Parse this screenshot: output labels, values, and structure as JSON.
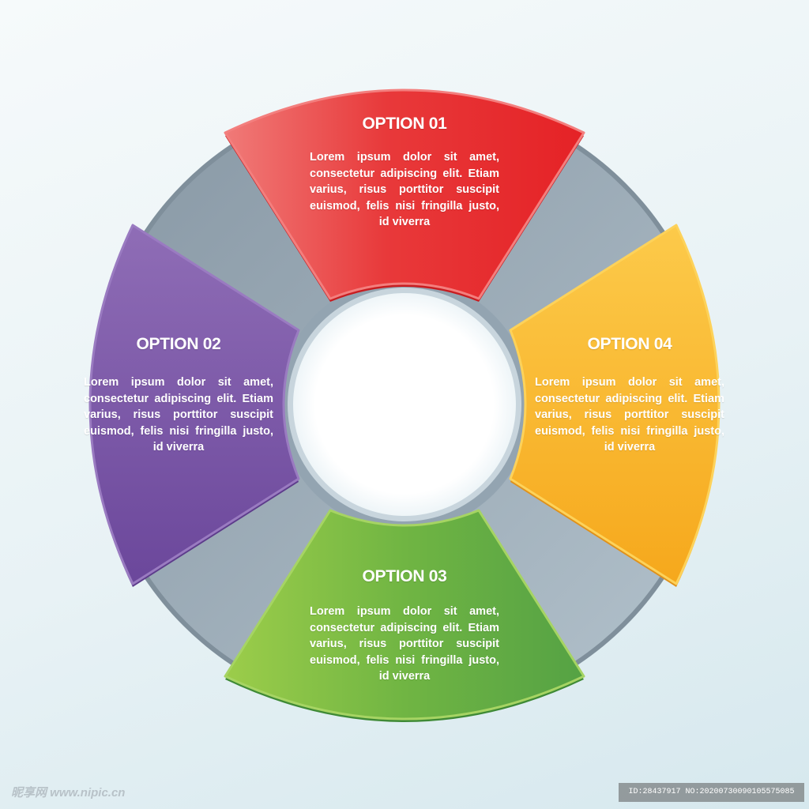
{
  "colors": {
    "ring": "#9fb0bd",
    "ring_edge": "#7f8f9b",
    "option_01": "#e8262a",
    "option_02": "#7a55a3",
    "option_03": "#64ad44",
    "option_04": "#f7b31e"
  },
  "options": [
    {
      "title": "OPTION 01",
      "text": "Lorem ipsum dolor sit amet, consectetur adipiscing elit. Etiam varius, risus porttitor suscipit euismod, felis nisi fringilla justo, id viverra"
    },
    {
      "title": "OPTION 02",
      "text": "Lorem ipsum dolor sit amet, consectetur adipiscing elit. Etiam varius, risus porttitor suscipit euismod, felis nisi fringilla justo, id viverra"
    },
    {
      "title": "OPTION 03",
      "text": "Lorem ipsum dolor sit amet, consectetur adipiscing elit. Etiam varius, risus porttitor suscipit euismod, felis nisi fringilla justo, id viverra"
    },
    {
      "title": "OPTION 04",
      "text": "Lorem ipsum dolor sit amet, consectetur adipiscing elit. Etiam varius, risus porttitor suscipit euismod, felis nisi fringilla justo, id viverra"
    }
  ],
  "watermark": {
    "left": "昵享网 www.nipic.cn",
    "right": "ID:28437917 NO:20200730090105575085"
  }
}
